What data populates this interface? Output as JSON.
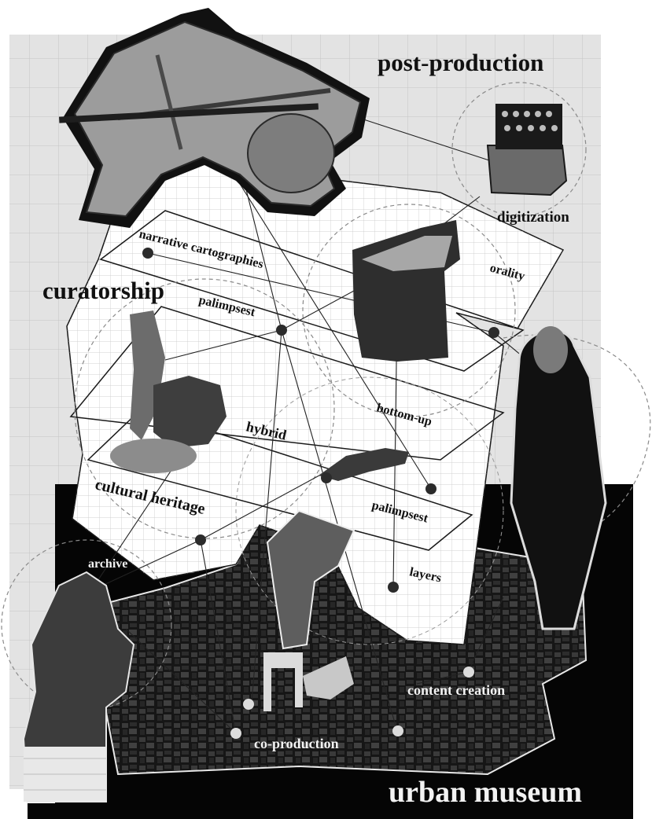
{
  "headings": {
    "post_production": "post-production",
    "curatorship": "curatorship",
    "urban_museum": "urban museum"
  },
  "labels": {
    "digitization": "digitization",
    "narrative_cartographies": "narrative cartographies",
    "orality": "orality",
    "palimpsest_upper": "palimpsest",
    "hybrid": "hybrid",
    "bottom_up": "bottom-up",
    "cultural_heritage": "cultural heritage",
    "palimpsest_lower": "palimpsest",
    "archive": "archive",
    "layers": "layers",
    "content_creation": "content creation",
    "co_production": "co-production"
  },
  "colors": {
    "background": "#ffffff",
    "grid_panel": "#e3e3e3",
    "grid_line": "#c4c4c4",
    "city_base": "#050505",
    "node_dark": "#2b2b2b",
    "node_light": "#dcdcdc",
    "plane_fill": "#ffffff",
    "plane_stroke": "#1a1a1a"
  }
}
